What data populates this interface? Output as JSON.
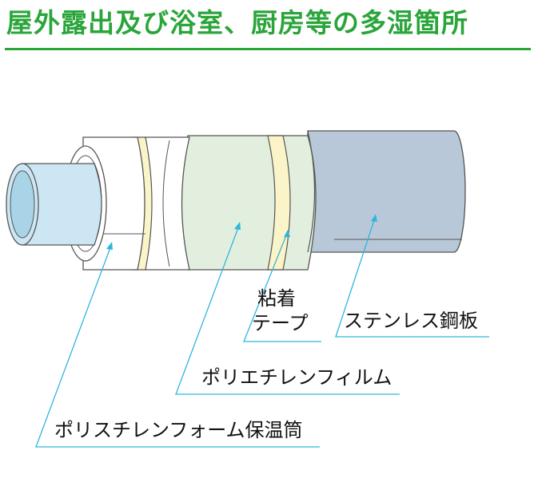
{
  "title": "屋外露出及び浴室、厨房等の多湿箇所",
  "colors": {
    "title": "#2aa53a",
    "leader": "#2fb6de",
    "stainless": "#b9c8d8",
    "polyethylene_film": "#e2efde",
    "adhesive_tape": "#fbf4c8",
    "foam_insulation": "#ffffff",
    "inner_pipe": "#cce7f3"
  },
  "labels": {
    "adhesive_tape_line1": "粘着",
    "adhesive_tape_line2": "テープ",
    "stainless_sheet": "ステンレス鋼板",
    "polyethylene_film": "ポリエチレンフィルム",
    "polystyrene_foam": "ポリスチレンフォーム保温筒"
  }
}
